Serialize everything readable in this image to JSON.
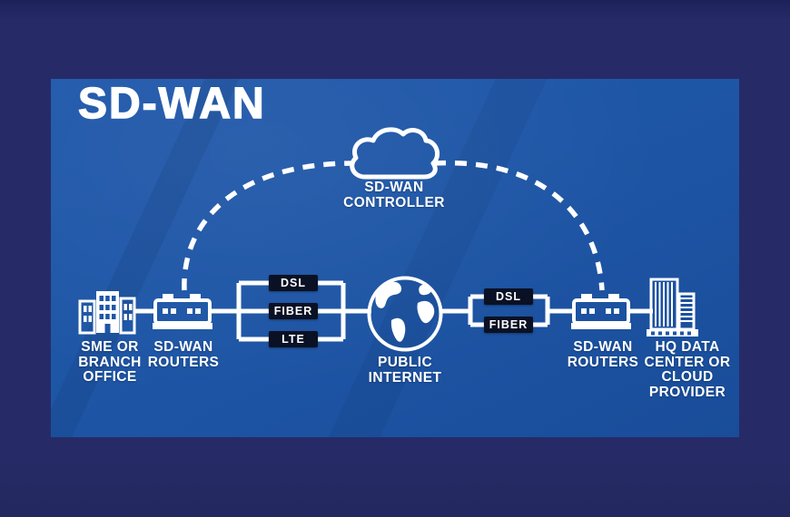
{
  "header": {
    "title": "SD-WAN"
  },
  "controller": {
    "icon": "cloud-icon",
    "lines": [
      "SD-WAN",
      "CONTROLLER"
    ]
  },
  "left_links": [
    "DSL",
    "FIBER",
    "LTE"
  ],
  "right_links": [
    "DSL",
    "FIBER"
  ],
  "nodes": {
    "branch_office": {
      "icon": "office-buildings-icon",
      "lines": [
        "SME OR",
        "BRANCH",
        "OFFICE"
      ]
    },
    "left_routers": {
      "icon": "router-icon",
      "lines": [
        "SD-WAN",
        "ROUTERS"
      ]
    },
    "public_internet": {
      "icon": "globe-icon",
      "lines": [
        "PUBLIC",
        "INTERNET"
      ]
    },
    "right_routers": {
      "icon": "router-icon",
      "lines": [
        "SD-WAN",
        "ROUTERS"
      ]
    },
    "hq_datacenter": {
      "icon": "datacenter-building-icon",
      "lines": [
        "HQ DATA",
        "CENTER OR",
        "CLOUD",
        "PROVIDER"
      ]
    }
  },
  "colors": {
    "outer_bg": "#262b68",
    "outer_bg_top": "#1d215a",
    "panel_bg": "#1e56a6",
    "panel_bg_dark": "#194d9a",
    "line": "#ffffff",
    "tag_bg": "#0a1124",
    "tag_text": "#ffffff",
    "text": "#ffffff"
  }
}
